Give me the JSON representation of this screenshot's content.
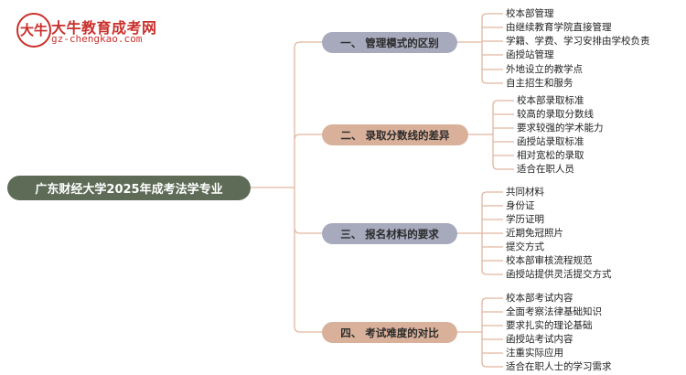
{
  "brand": {
    "logo_mark": "大牛",
    "title": "大牛教育成考网",
    "url": "gz-chengkao.com"
  },
  "root": {
    "label": "广东财经大学2025年成考法学专业"
  },
  "branches": [
    {
      "label": "一、 管理模式的区别",
      "items": [
        "校本部管理",
        "由继续教育学院直接管理",
        "学籍、学费、学习安排由学校负责",
        "函授站管理",
        "外地设立的教学点",
        "自主招生和服务"
      ]
    },
    {
      "label": "二、 录取分数线的差异",
      "items": [
        "校本部录取标准",
        "较高的录取分数线",
        "要求较强的学术能力",
        "函授站录取标准",
        "相对宽松的录取",
        "适合在职人员"
      ]
    },
    {
      "label": "三、 报名材料的要求",
      "items": [
        "共同材料",
        "身份证",
        "学历证明",
        "近期免冠照片",
        "提交方式",
        "校本部审核流程规范",
        "函授站提供灵活提交方式"
      ]
    },
    {
      "label": "四、 考试难度的对比",
      "items": [
        "校本部考试内容",
        "全面考察法律基础知识",
        "要求扎实的理论基础",
        "函授站考试内容",
        "注重实际应用",
        "适合在职人士的学习需求"
      ]
    }
  ],
  "colors": {
    "root_fill": "#5e6b57",
    "branch_fill_a": "#a7a9bd",
    "branch_fill_b": "#d9b19a",
    "connector": "#e2b7a0",
    "brand_red": "#c9302c"
  }
}
